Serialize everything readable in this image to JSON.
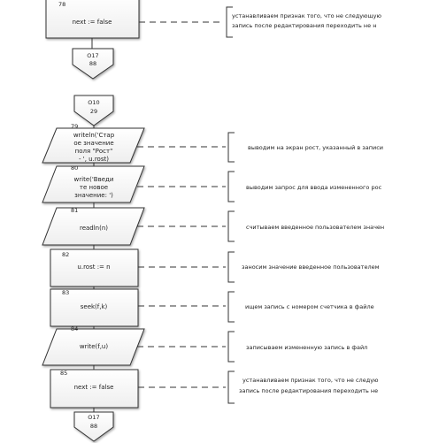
{
  "blocks": [
    {
      "num": "78",
      "lines": [
        "next := false"
      ],
      "comment": [
        "устанавливаем признак того, что не следующую",
        "запись после редактирования переходить не н"
      ]
    },
    {
      "num": "79",
      "lines": [
        "writeln('Стар",
        "ое значение",
        "поля \"Рост\"",
        "- ', u.rost)"
      ],
      "comment": [
        "выводим на экран рост, указанный в записи"
      ]
    },
    {
      "num": "80",
      "lines": [
        "write('Введи",
        "те новое",
        "значение: ')"
      ],
      "comment": [
        "выводим запрос для ввода измененного рос"
      ]
    },
    {
      "num": "81",
      "lines": [
        "readln(n)"
      ],
      "comment": [
        "считываем введенное пользователем значен"
      ]
    },
    {
      "num": "82",
      "lines": [
        "u.rost := n"
      ],
      "comment": [
        "заносим значение введенное пользователем"
      ]
    },
    {
      "num": "83",
      "lines": [
        "seek(f,k)"
      ],
      "comment": [
        "ищем запись с номером счетчика в файле"
      ]
    },
    {
      "num": "84",
      "lines": [
        "write(f,u)"
      ],
      "comment": [
        "записываем измененную запись в файл"
      ]
    },
    {
      "num": "85",
      "lines": [
        "next := false"
      ],
      "comment": [
        "устанавливаем признак того, что не следую",
        "запись после редактирования переходить не"
      ]
    }
  ],
  "connectors": [
    {
      "lines": [
        "О17",
        "88"
      ]
    },
    {
      "lines": [
        "О10",
        "29"
      ]
    },
    {
      "lines": [
        "О17",
        "88"
      ]
    }
  ]
}
